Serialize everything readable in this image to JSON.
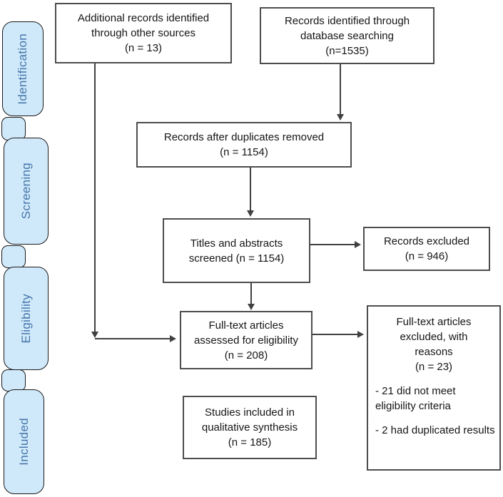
{
  "sidebar": {
    "stages": [
      {
        "label": "Identification"
      },
      {
        "label": "Screening"
      },
      {
        "label": "Eligibility"
      },
      {
        "label": "Included"
      }
    ]
  },
  "boxes": {
    "additional_records": {
      "lines": [
        "Additional records identified",
        "through other sources",
        "(n = 13)"
      ]
    },
    "database_records": {
      "lines": [
        "Records identified through",
        "database searching",
        "(n=1535)"
      ]
    },
    "after_duplicates": {
      "lines": [
        "Records after duplicates removed",
        "(n = 1154)"
      ]
    },
    "titles_screened": {
      "lines": [
        "Titles and abstracts",
        "screened (n = 1154)"
      ]
    },
    "records_excluded": {
      "lines": [
        "Records excluded",
        "(n = 946)"
      ]
    },
    "fulltext_assessed": {
      "lines": [
        "Full-text articles",
        "assessed for eligibility",
        "(n = 208)"
      ]
    },
    "fulltext_excluded": {
      "title_lines": [
        "Full-text articles",
        "excluded, with",
        "reasons",
        "(n = 23)"
      ],
      "reasons": [
        "- 21 did not meet eligibility criteria",
        "- 2 had duplicated results"
      ]
    },
    "studies_included": {
      "lines": [
        "Studies included in",
        "qualitative synthesis",
        "(n = 185)"
      ]
    }
  },
  "colors": {
    "stage_fill": "#d0e9fa",
    "stage_text": "#4576aa",
    "box_border": "#4d4d4d",
    "arrow": "#404040"
  }
}
